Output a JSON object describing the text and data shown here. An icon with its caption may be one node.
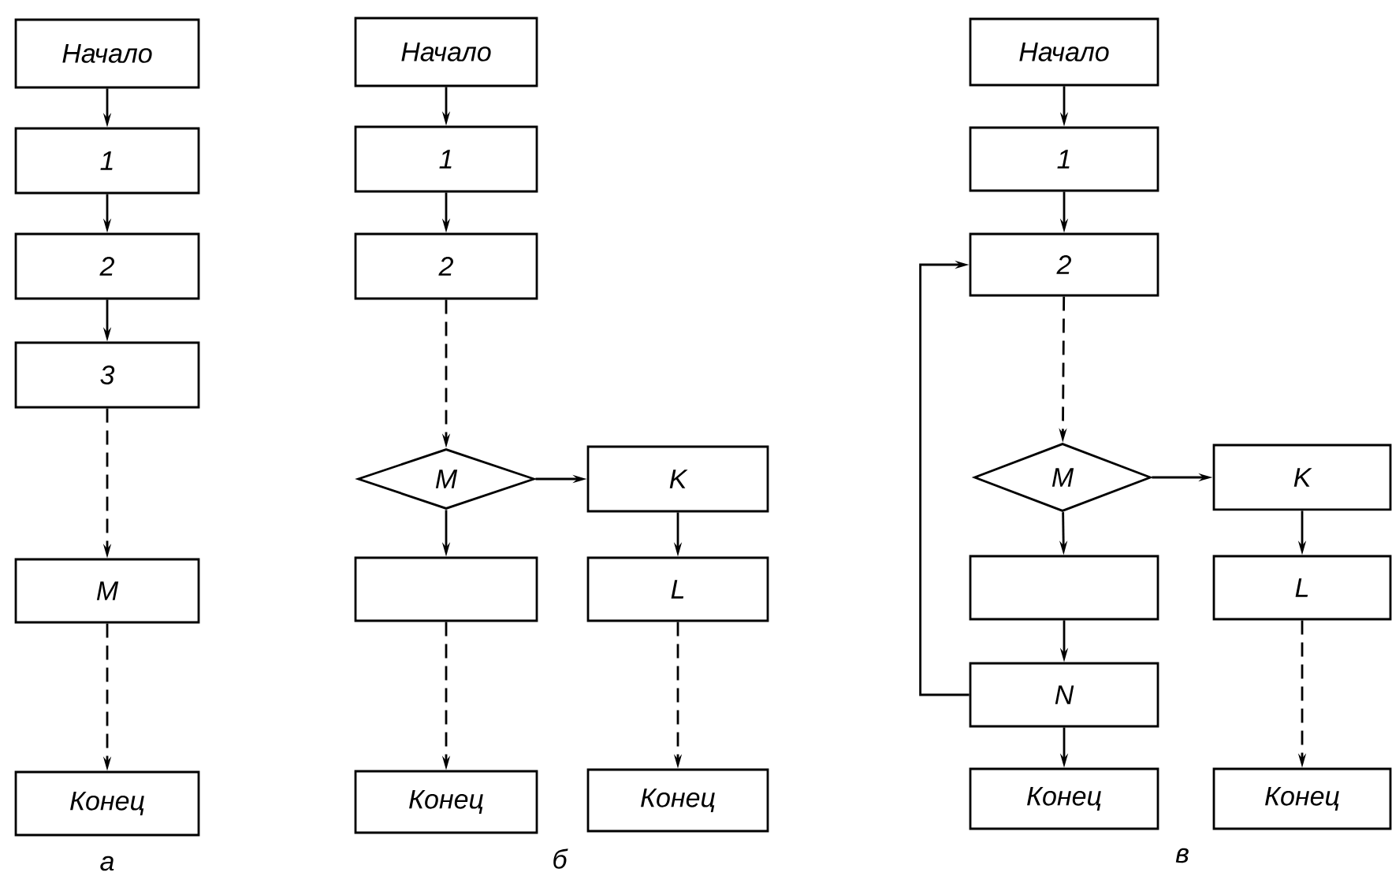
{
  "diagram": {
    "nodes": [
      {
        "text": [
          "Начало"
        ]
      },
      {
        "text": [
          "1"
        ]
      },
      {
        "text": [
          "2"
        ]
      },
      {
        "text": [
          "3"
        ]
      },
      {
        "text": [
          "M"
        ]
      },
      {
        "text": [
          "Конец"
        ]
      },
      {
        "text": [
          "Начало"
        ]
      },
      {
        "text": [
          "1"
        ]
      },
      {
        "text": [
          "2"
        ]
      },
      {
        "text": [
          "M"
        ]
      },
      {
        "text": [
          "K"
        ]
      },
      {
        "text": [],
        "shape": "box"
      },
      {
        "text": [
          "L"
        ]
      },
      {
        "text": [
          "Конец"
        ]
      },
      {
        "text": [
          "Конец"
        ]
      },
      {
        "text": [
          "Начало"
        ]
      },
      {
        "text": [
          "1"
        ]
      },
      {
        "text": [
          "2"
        ]
      },
      {
        "text": [
          "M"
        ]
      },
      {
        "text": [
          "K"
        ]
      },
      {
        "text": [],
        "shape": "box"
      },
      {
        "text": [
          "L"
        ]
      },
      {
        "text": [
          "N"
        ]
      },
      {
        "text": [
          "Конец"
        ]
      },
      {
        "text": [
          "Конец"
        ]
      }
    ],
    "edges": [
      {
        "from": 0,
        "to": 1,
        "arrow": "to"
      },
      {
        "from": 1,
        "to": 2,
        "arrow": "to"
      },
      {
        "from": 2,
        "to": 3,
        "arrow": "to"
      },
      {
        "from": 3,
        "to": 4,
        "arrow": "to",
        "style": "dashed"
      },
      {
        "from": 4,
        "to": 5,
        "arrow": "to",
        "style": "dashed"
      },
      {
        "from": 6,
        "to": 7,
        "arrow": "to"
      },
      {
        "from": 7,
        "to": 8,
        "arrow": "to"
      },
      {
        "from": 8,
        "to": 9,
        "arrow": "to",
        "style": "dashed"
      },
      {
        "from": 9,
        "to": 10,
        "arrow": "to"
      },
      {
        "from": 9,
        "to": 11,
        "arrow": "to"
      },
      {
        "from": 10,
        "to": 12,
        "arrow": "to"
      },
      {
        "from": 11,
        "to": 13,
        "arrow": "to",
        "style": "dashed"
      },
      {
        "from": 12,
        "to": 14,
        "arrow": "to",
        "style": "dashed"
      },
      {
        "from": 15,
        "to": 16,
        "arrow": "to"
      },
      {
        "from": 16,
        "to": 17,
        "arrow": "to"
      },
      {
        "from": 17,
        "to": 18,
        "arrow": "to",
        "style": "dashed"
      },
      {
        "from": 18,
        "to": 19,
        "arrow": "to"
      },
      {
        "from": 18,
        "to": 20,
        "arrow": "to"
      },
      {
        "from": 19,
        "to": 21,
        "arrow": "to"
      },
      {
        "from": 20,
        "to": 22,
        "arrow": "to"
      },
      {
        "from": 21,
        "to": 24,
        "arrow": "to",
        "style": "dashed"
      },
      {
        "from": 22,
        "to": 23,
        "arrow": "to"
      },
      {
        "from": 22,
        "to": 17,
        "arrow": "to"
      }
    ],
    "labels": [
      "а",
      "б",
      "в"
    ]
  }
}
